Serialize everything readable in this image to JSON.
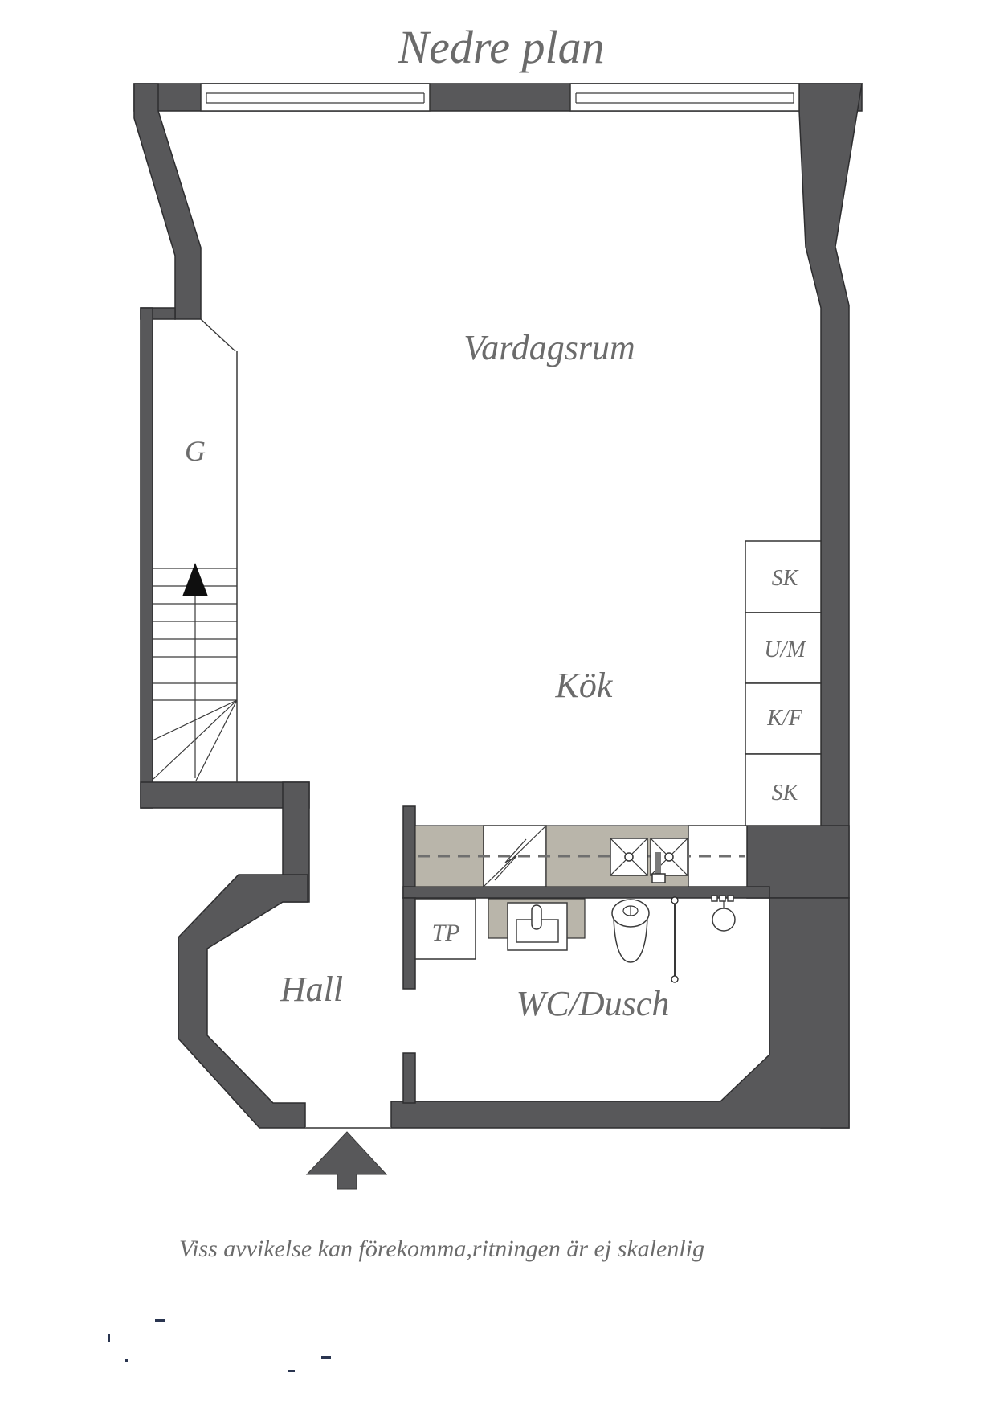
{
  "title": "Nedre plan",
  "floor_plan": {
    "rooms": {
      "living_room": "Vardagsrum",
      "kitchen": "Kök",
      "hall": "Hall",
      "bathroom": "WC/Dusch",
      "closet": "G"
    },
    "kitchen_appliances": [
      {
        "label": "SK"
      },
      {
        "label": "U/M"
      },
      {
        "label": "K/F"
      },
      {
        "label": "SK"
      }
    ],
    "bathroom_fixtures": {
      "toilet_paper_cabinet": "TP"
    },
    "colors": {
      "wall": "#58585a",
      "counter": "#b9b5aa",
      "text": "#6b6b6b",
      "stair_arrow": "#0f0f0f"
    }
  },
  "footer": {
    "disclaimer": "Viss avvikelse kan förekomma,ritningen är ej skalenlig"
  }
}
